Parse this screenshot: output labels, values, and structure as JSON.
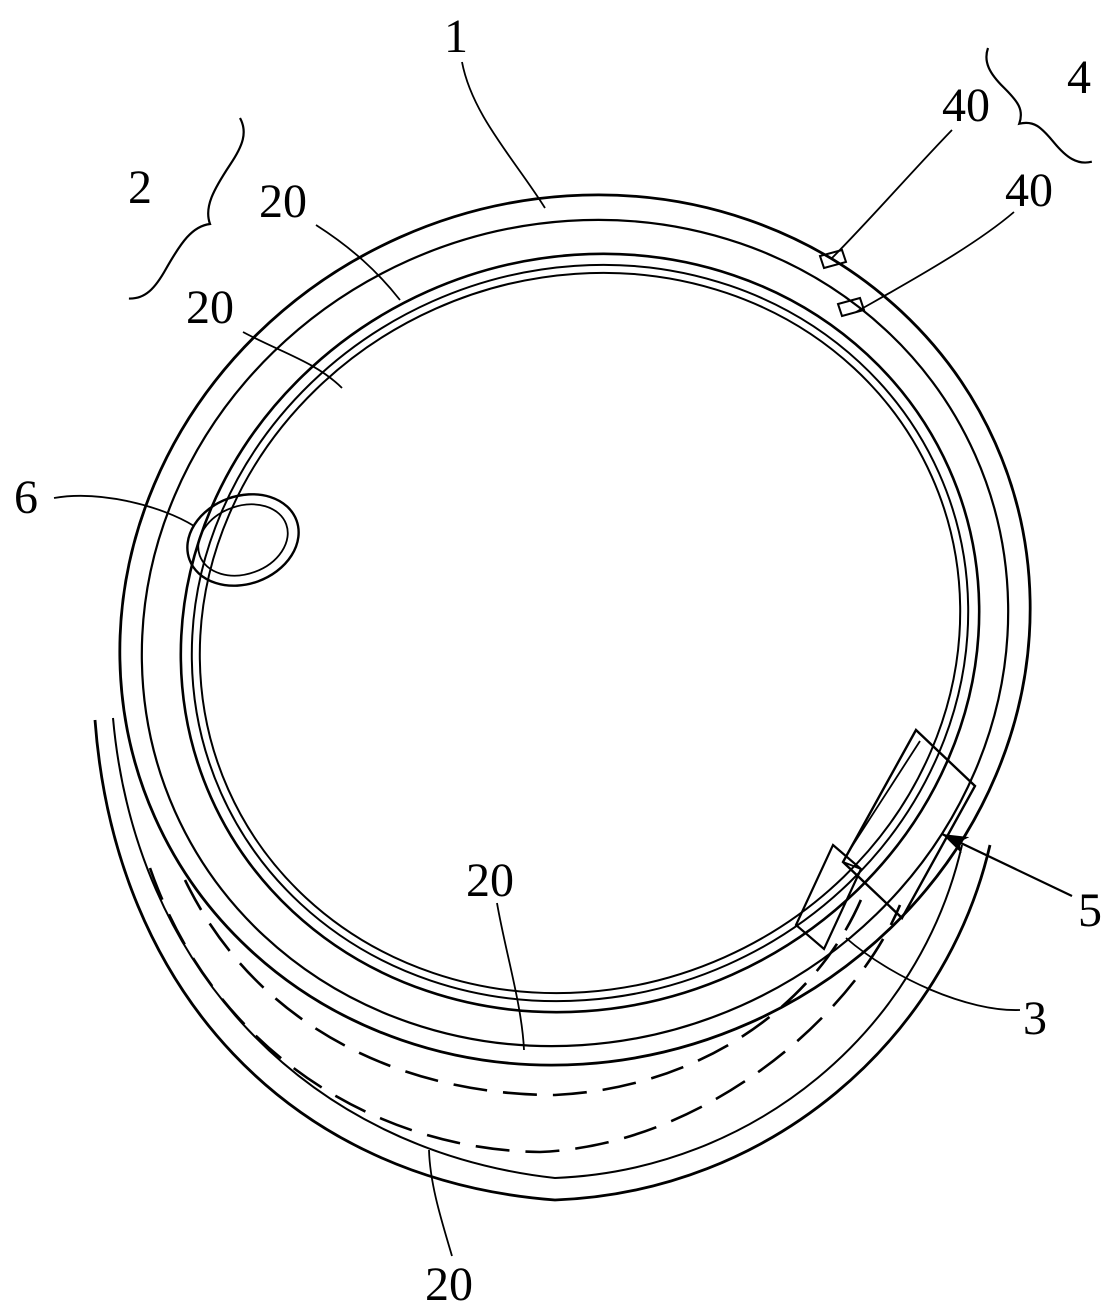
{
  "figure": {
    "colors": {
      "line": "#000000",
      "background": "#ffffff"
    },
    "labels": {
      "ref_1": "1",
      "ref_2": "2",
      "ref_4": "4",
      "ref_40_upper": "40",
      "ref_40_lower": "40",
      "ref_20_top_first": "20",
      "ref_20_top_second": "20",
      "ref_20_bottom_middle": "20",
      "ref_20_bottom": "20",
      "ref_6": "6",
      "ref_5": "5",
      "ref_3": "3"
    }
  }
}
